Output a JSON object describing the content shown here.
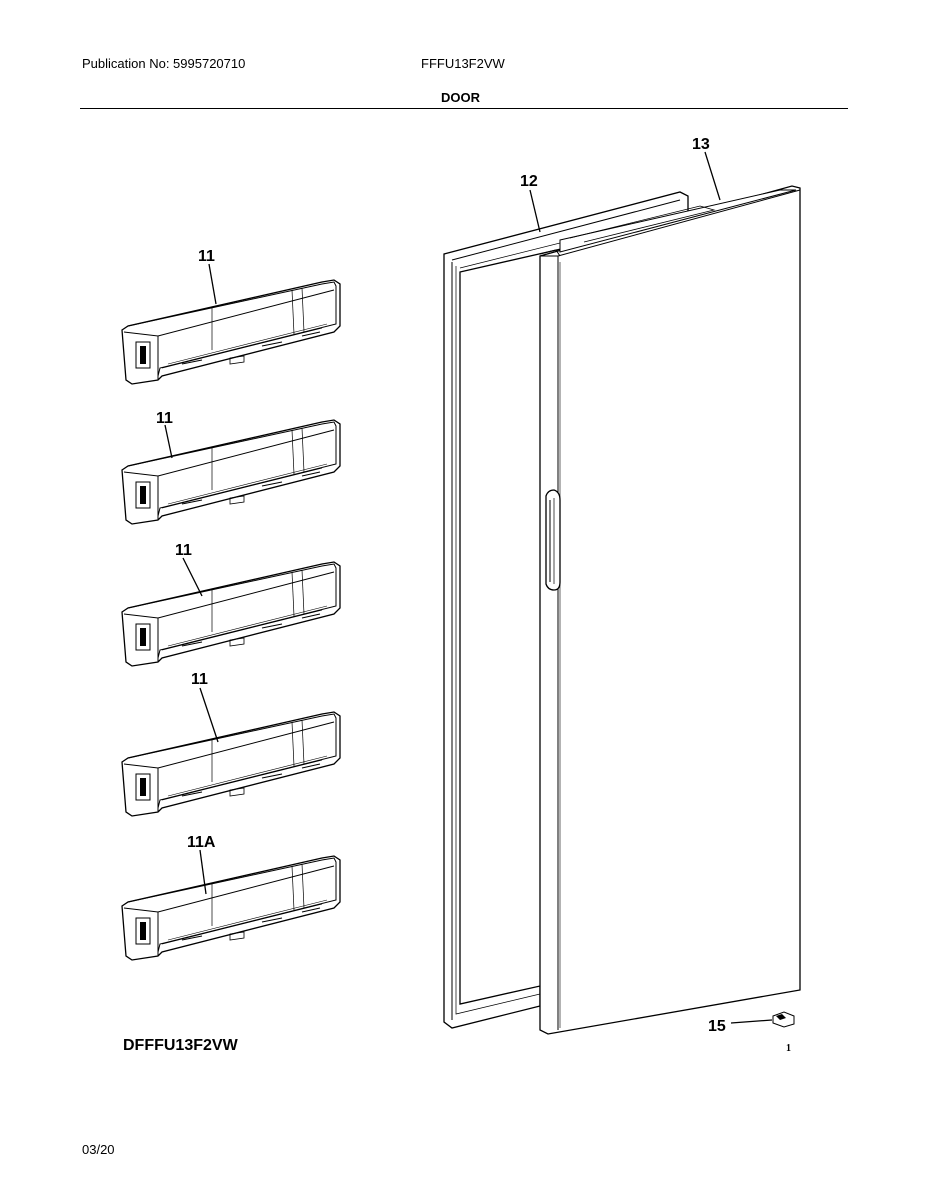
{
  "header": {
    "publication": "Publication No: 5995720710",
    "model": "FFFU13F2VW",
    "section": "DOOR"
  },
  "callouts": {
    "bin1": "11",
    "bin2": "11",
    "bin3": "11",
    "bin4": "11",
    "bin5": "11A",
    "gasket": "12",
    "door_cap": "13",
    "hinge_part": "15"
  },
  "footer": {
    "variant_model": "DFFFU13F2VW",
    "page_mark": "1",
    "date": "03/20"
  }
}
